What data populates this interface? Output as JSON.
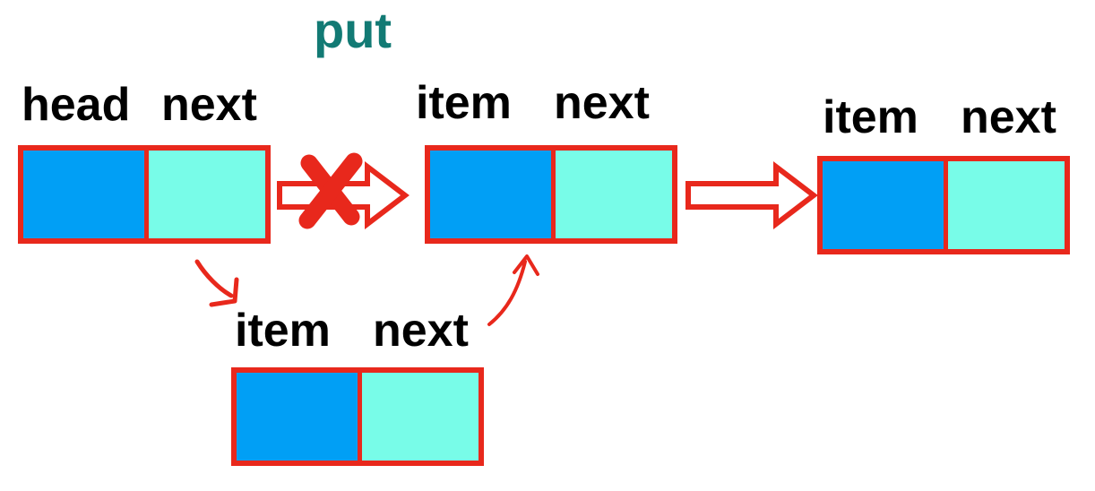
{
  "title": "put",
  "colors": {
    "title": "#127a74",
    "border": "#e8281c",
    "item_fill": "#019ff5",
    "next_fill": "#78fce8",
    "arrow": "#e8281c",
    "cross": "#e8281c"
  },
  "nodes": [
    {
      "labels": [
        "head",
        "next"
      ]
    },
    {
      "labels": [
        "item",
        "next"
      ]
    },
    {
      "labels": [
        "item",
        "next"
      ]
    },
    {
      "labels": [
        "item",
        "next"
      ]
    }
  ]
}
